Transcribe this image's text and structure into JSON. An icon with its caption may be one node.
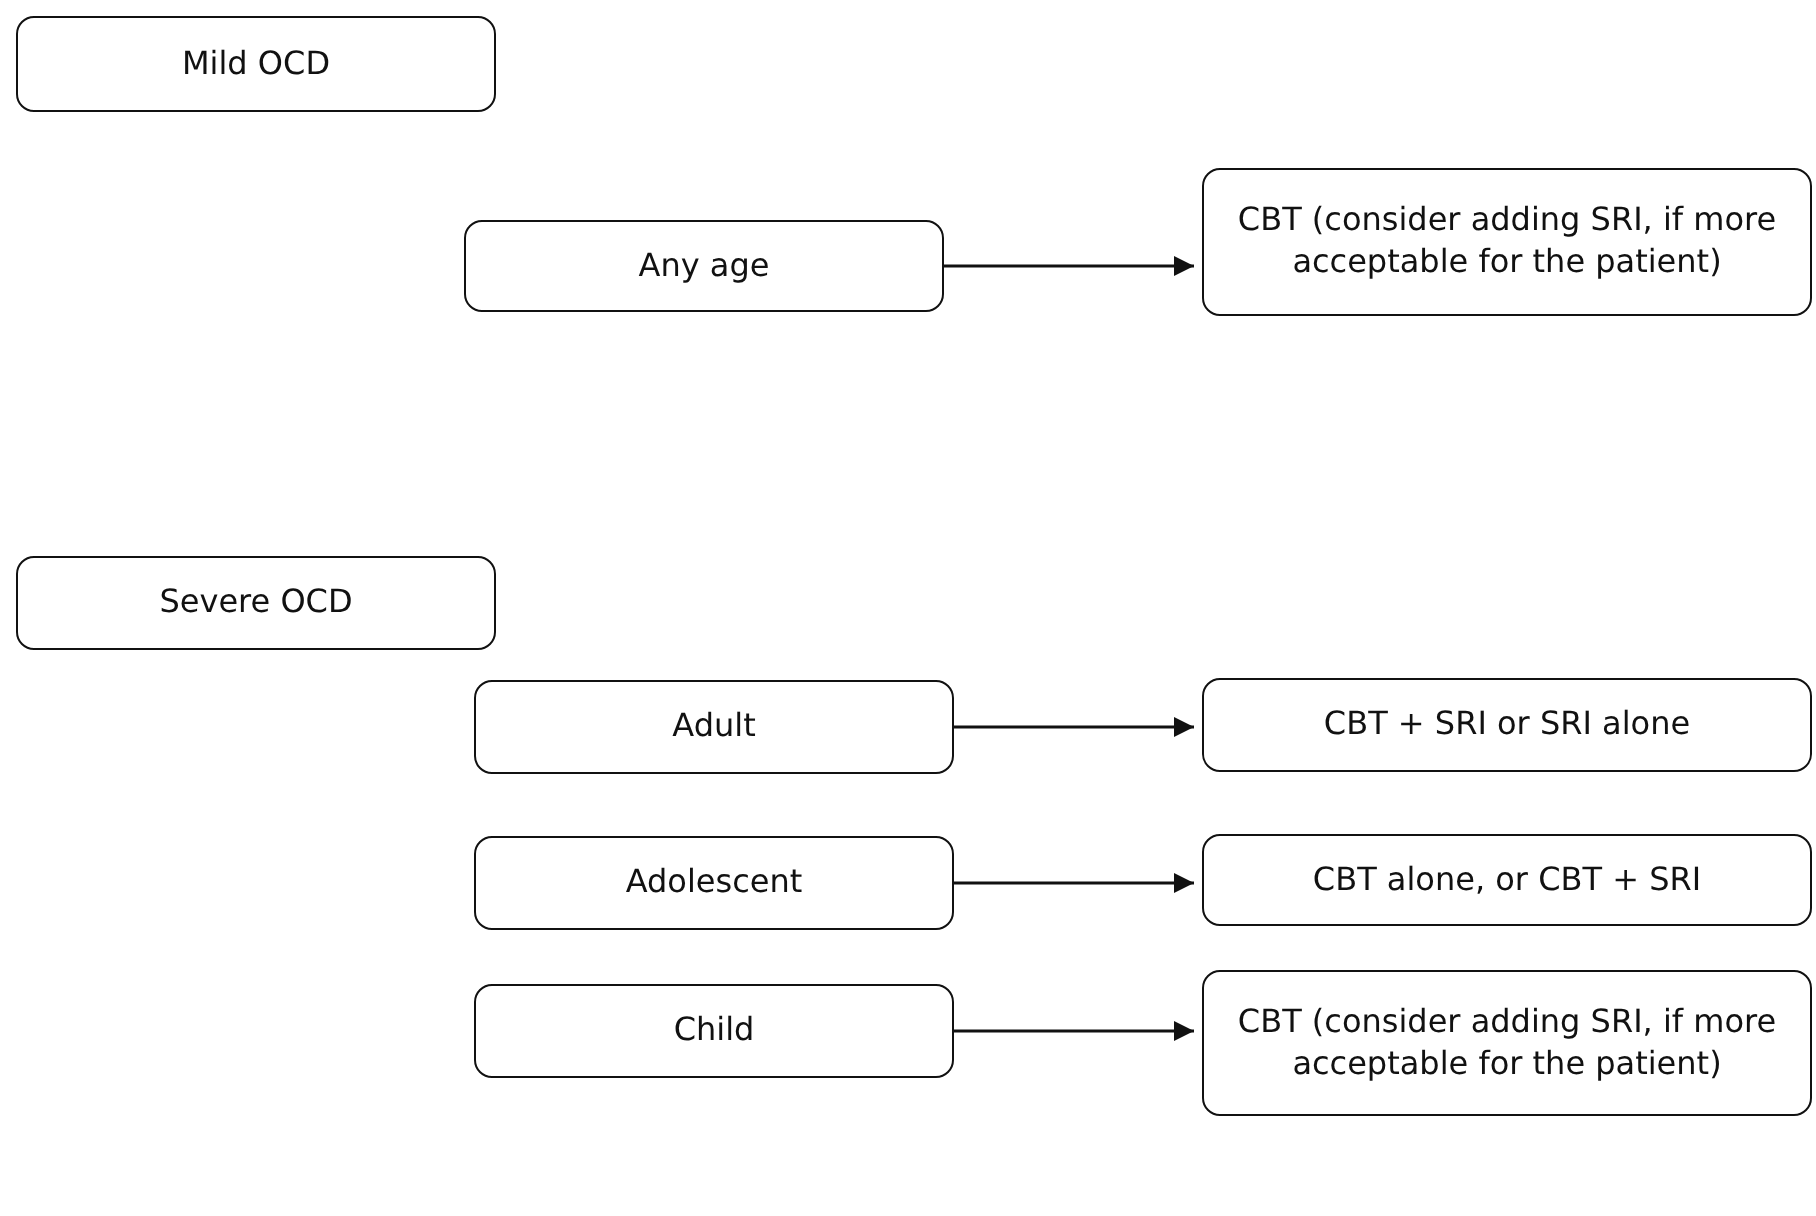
{
  "diagram": {
    "nodes": [
      {
        "text": [
          "Mild OCD"
        ]
      },
      {
        "text": [
          "Any age"
        ]
      },
      {
        "text": [
          "CBT (consider adding SRI, if more acceptable for the patient)"
        ]
      },
      {
        "text": [
          "Severe OCD"
        ]
      },
      {
        "text": [
          "Adult"
        ]
      },
      {
        "text": [
          "CBT + SRI or SRI alone"
        ]
      },
      {
        "text": [
          "Adolescent"
        ]
      },
      {
        "text": [
          "CBT alone, or CBT + SRI"
        ]
      },
      {
        "text": [
          "Child"
        ]
      },
      {
        "text": [
          "CBT (consider adding SRI, if more acceptable for the patient)"
        ]
      }
    ],
    "edges": [
      {
        "from": 1,
        "to": 2,
        "arrow": "to"
      },
      {
        "from": 4,
        "to": 5,
        "arrow": "to"
      },
      {
        "from": 6,
        "to": 7,
        "arrow": "to"
      },
      {
        "from": 8,
        "to": 9,
        "arrow": "to"
      }
    ]
  }
}
